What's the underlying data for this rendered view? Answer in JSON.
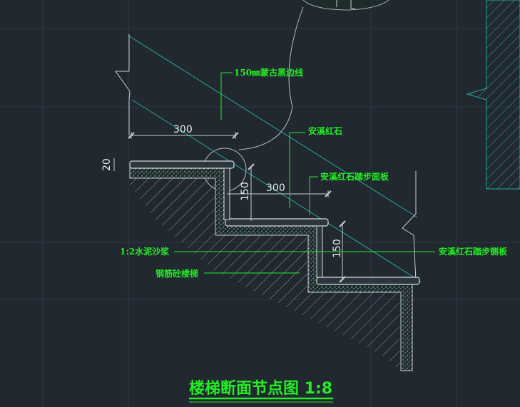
{
  "colors": {
    "background": "#212830",
    "grid": "#2e3a44",
    "annotation": "#22ee22",
    "dimension_text": "#e8e8e8",
    "hatch_teal": "#26a99a",
    "outline_grey": "#c8ccd0"
  },
  "drawing": {
    "title": "楼梯断面节点图 1:8",
    "labels": {
      "edge_line": "150㎜蒙古黑边线",
      "stone": "安溪红石",
      "tread_panel": "安溪红石踏步面板",
      "riser_panel": "安溪红石踏步铡板",
      "mortar": "1:2水泥沙浆",
      "concrete_stair": "钢筋砼楼梯"
    },
    "dimensions": {
      "tread_top": "300",
      "tread_mid": "300",
      "thickness": "20",
      "riser_upper": "150",
      "riser_lower": "150"
    }
  }
}
